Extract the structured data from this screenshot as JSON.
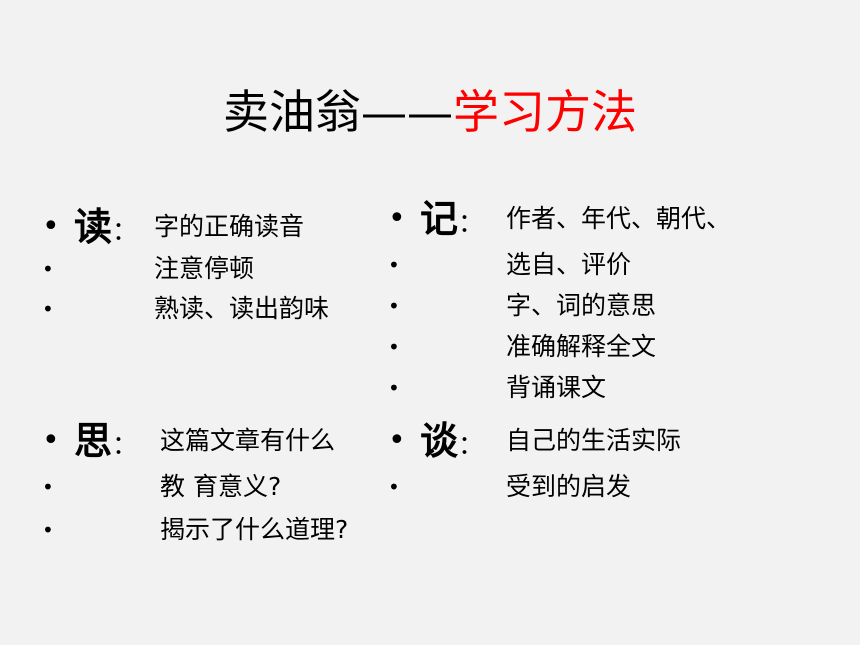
{
  "title": {
    "main": "卖油翁——",
    "accent": "学习方法",
    "accent_color": "#ff0000"
  },
  "sections": {
    "du": {
      "head": "读",
      "colon": "：",
      "lines": [
        "字的正确读音",
        "注意停顿",
        "熟读、读出韵味"
      ]
    },
    "ji": {
      "head": "记",
      "colon": "：",
      "lines": [
        "作者、年代、朝代、",
        "选自、评价",
        "字、词的意思",
        "准确解释全文",
        "背诵课文"
      ]
    },
    "si": {
      "head": "思",
      "colon": "：",
      "lines": [
        "这篇文章有什么",
        "教 育意义?",
        "揭示了什么道理?"
      ]
    },
    "tan": {
      "head": "谈",
      "colon": "：",
      "lines": [
        "自己的生活实际",
        "受到的启发"
      ]
    }
  },
  "bullet": "•"
}
